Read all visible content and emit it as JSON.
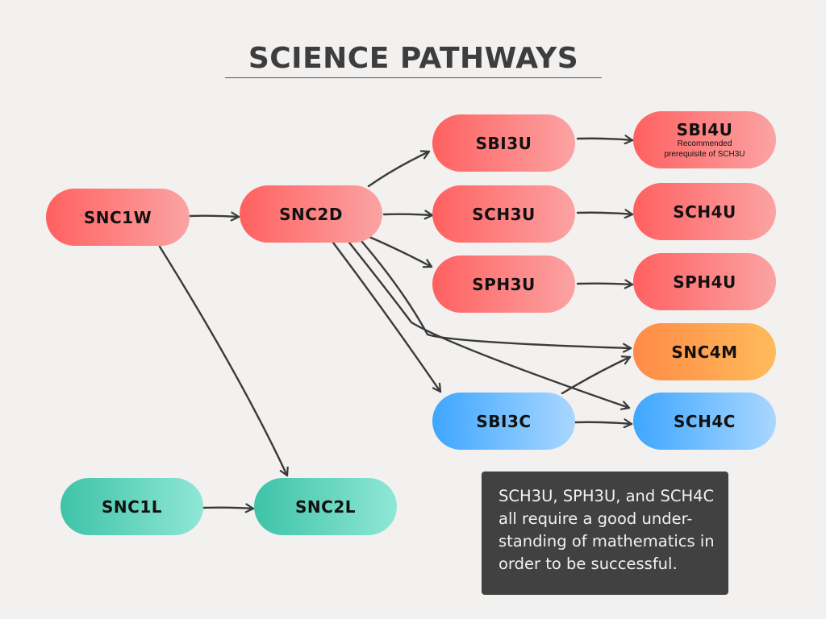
{
  "title": "SCIENCE PATHWAYS",
  "colors": {
    "background": "#f3f1ef",
    "university": "#ff5f5f",
    "college_university": "#ff8a47",
    "college": "#3ea6ff",
    "locally_developed": "#3ec3a8",
    "arrow": "#3a3a3a",
    "note_bg": "#414141"
  },
  "nodes": {
    "snc1w": {
      "label": "SNC1W",
      "color": "red"
    },
    "snc2d": {
      "label": "SNC2D",
      "color": "red"
    },
    "sbi3u": {
      "label": "SBI3U",
      "color": "red"
    },
    "sch3u": {
      "label": "SCH3U",
      "color": "red"
    },
    "sph3u": {
      "label": "SPH3U",
      "color": "red"
    },
    "sbi4u": {
      "label": "SBI4U",
      "sublabel_line1": "Recommended",
      "sublabel_line2": "prerequisite of SCH3U",
      "color": "red"
    },
    "sch4u": {
      "label": "SCH4U",
      "color": "red"
    },
    "sph4u": {
      "label": "SPH4U",
      "color": "red"
    },
    "snc4m": {
      "label": "SNC4M",
      "color": "orange"
    },
    "sbi3c": {
      "label": "SBI3C",
      "color": "blue"
    },
    "sch4c": {
      "label": "SCH4C",
      "color": "blue"
    },
    "snc1l": {
      "label": "SNC1L",
      "color": "teal"
    },
    "snc2l": {
      "label": "SNC2L",
      "color": "teal"
    }
  },
  "edges": [
    {
      "from": "SNC1W",
      "to": "SNC2D"
    },
    {
      "from": "SNC1W",
      "to": "SNC2L"
    },
    {
      "from": "SNC2D",
      "to": "SBI3U"
    },
    {
      "from": "SNC2D",
      "to": "SCH3U"
    },
    {
      "from": "SNC2D",
      "to": "SPH3U"
    },
    {
      "from": "SNC2D",
      "to": "SNC4M"
    },
    {
      "from": "SNC2D",
      "to": "SCH4C"
    },
    {
      "from": "SNC2D",
      "to": "SBI3C"
    },
    {
      "from": "SBI3U",
      "to": "SBI4U"
    },
    {
      "from": "SCH3U",
      "to": "SCH4U"
    },
    {
      "from": "SPH3U",
      "to": "SPH4U"
    },
    {
      "from": "SBI3C",
      "to": "SNC4M"
    },
    {
      "from": "SBI3C",
      "to": "SCH4C"
    },
    {
      "from": "SNC1L",
      "to": "SNC2L"
    }
  ],
  "note": {
    "lines": [
      "SCH3U, SPH3U, and SCH4C",
      "all require a good under-",
      "standing of mathematics in",
      "order to be successful."
    ]
  }
}
